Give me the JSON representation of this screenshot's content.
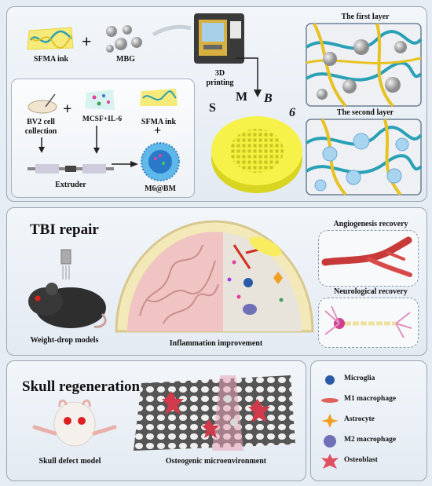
{
  "top": {
    "sfma_ink": "SFMA ink",
    "mbg": "MBG",
    "plus": "+",
    "printing": [
      "3D",
      "printing"
    ],
    "letters": [
      "S",
      "M",
      "B",
      "6"
    ],
    "first_layer": "The first layer",
    "second_layer": "The second layer",
    "bv2": [
      "BV2 cell",
      "collection"
    ],
    "mcsf": "MCSF+IL-6",
    "sfma_ink2": "SFMA ink",
    "extruder": "Extruder",
    "m6bm": "M6@BM"
  },
  "middle": {
    "title": "TBI repair",
    "weight_drop": "Weight-drop models",
    "inflammation": "Inflammation  improvement",
    "angiogenesis": "Angiogenesis recovery",
    "neurological": "Neurological recovery"
  },
  "bottom": {
    "title": "Skull regeneration",
    "skull_defect": "Skull defect model",
    "osteogenic": "Osteogenic microenvironment"
  },
  "legend": [
    {
      "label": "Microglia",
      "icon": "microglia-icon",
      "color": "#2a5aa8"
    },
    {
      "label": "M1 macrophage",
      "icon": "m1-macrophage-icon",
      "color": "#e0605a"
    },
    {
      "label": "Astrocyte",
      "icon": "astrocyte-icon",
      "color": "#f0a020"
    },
    {
      "label": "M2 macrophage",
      "icon": "m2-macrophage-icon",
      "color": "#7070b8"
    },
    {
      "label": "Osteoblast",
      "icon": "osteoblast-icon",
      "color": "#e05060"
    }
  ]
}
